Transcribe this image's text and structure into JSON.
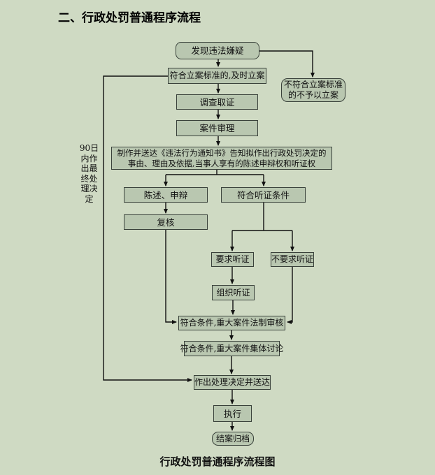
{
  "title": "二、行政处罚普通程序流程",
  "caption": "行政处罚普通程序流程图",
  "side_note": "90日内作出最终处理决定",
  "colors": {
    "background": "#cfdac3",
    "node_fill": "#b9c7b0",
    "node_border": "#39413a",
    "line": "#111111",
    "text": "#111111"
  },
  "nodes": {
    "discover": "发现违法嫌疑",
    "file_case": "符合立案标准的,及时立案",
    "no_file": "不符合立案标准的不予以立案",
    "investigate": "调查取证",
    "case_review": "案件审理",
    "notice": "制作并送达《违法行为通知书》告知拟作出行政处罚决定的事由、理由及依据,当事人享有的陈述申辩权和听证权",
    "statement_defense": "陈述、申辩",
    "hearing_condition": "符合听证条件",
    "recheck": "复核",
    "request_hearing": "要求听证",
    "no_request_hearing": "不要求听证",
    "organize_hearing": "组织听证",
    "legal_review": "符合条件,重大案件法制审核",
    "collective_discussion": "符合条件,重大案件集体讨论",
    "decision": "作出处理决定并送达",
    "execute": "执行",
    "archive": "结案归档"
  }
}
